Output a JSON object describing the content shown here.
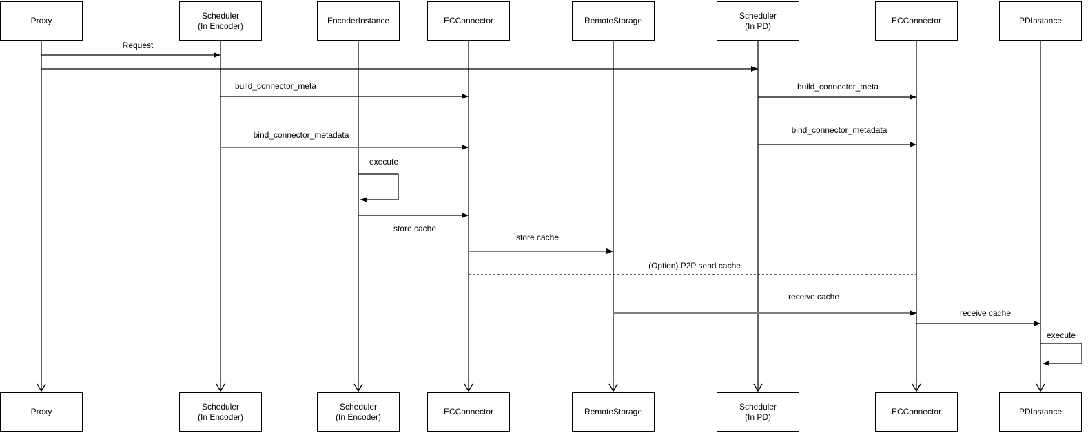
{
  "actors_top": [
    {
      "label": "Proxy"
    },
    {
      "label": "Scheduler\n(In Encoder)"
    },
    {
      "label": "EncoderInstance"
    },
    {
      "label": "ECConnector"
    },
    {
      "label": "RemoteStorage"
    },
    {
      "label": "Scheduler\n(In PD)"
    },
    {
      "label": "ECConnector"
    },
    {
      "label": "PDInstance"
    }
  ],
  "actors_bottom": [
    {
      "label": "Proxy"
    },
    {
      "label": "Scheduler\n(In Encoder)"
    },
    {
      "label": "Scheduler\n(In Encoder)"
    },
    {
      "label": "ECConnector"
    },
    {
      "label": "RemoteStorage"
    },
    {
      "label": "Scheduler\n(In PD)"
    },
    {
      "label": "ECConnector"
    },
    {
      "label": "PDInstance"
    }
  ],
  "messages": {
    "request": "Request",
    "build_connector_meta_left": "build_connector_meta",
    "build_connector_meta_right": "build_connector_meta",
    "bind_connector_metadata_left": "bind_connector_metadata",
    "bind_connector_metadata_right": "bind_connector_metadata",
    "execute_encoder": "execute",
    "store_cache_encoder_to_ec": "store cache",
    "store_cache_ec_to_remote": "store cache",
    "p2p_send_cache": "(Option) P2P send cache",
    "receive_cache_remote_to_ec": "receive cache",
    "receive_cache_ec_to_pd": "receive cache",
    "execute_pd": "execute"
  },
  "colors": {
    "line_black": "#000000",
    "line_gray": "#808080",
    "background": "#ffffff"
  }
}
